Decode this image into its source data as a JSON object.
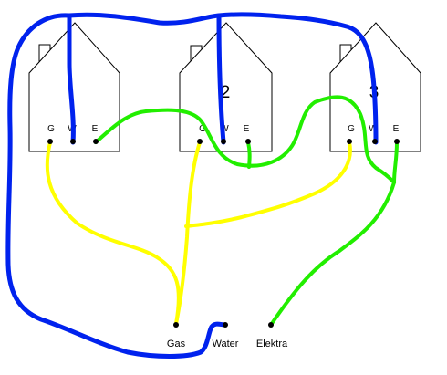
{
  "houses": [
    {
      "number": "",
      "terminals": [
        "G",
        "W",
        "E"
      ]
    },
    {
      "number": "2",
      "terminals": [
        "G",
        "W",
        "E"
      ]
    },
    {
      "number": "3",
      "terminals": [
        "G",
        "W",
        "E"
      ]
    }
  ],
  "supplies": {
    "gas": "Gas",
    "water": "Water",
    "elektra": "Elektra"
  },
  "colors": {
    "water_wire": "#0022ee",
    "gas_wire": "#ffff00",
    "elektra_wire": "#22ee00",
    "house_outline": "#000000",
    "background": "#ffffff"
  }
}
